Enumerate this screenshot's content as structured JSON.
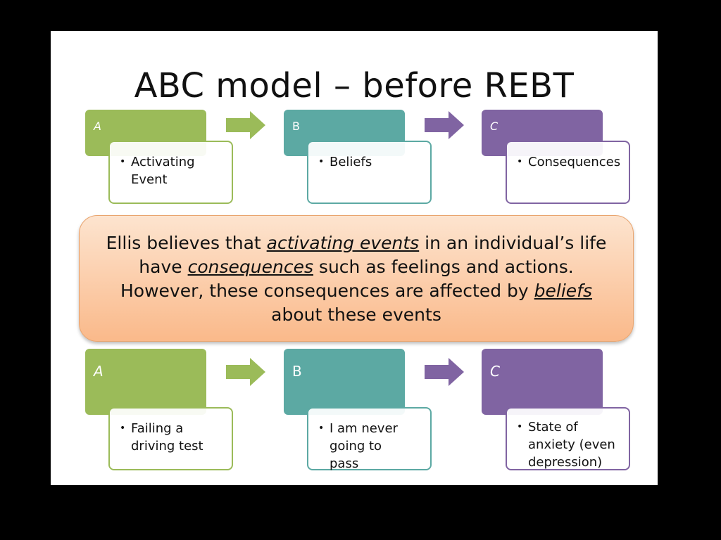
{
  "title": "ABC model – before REBT",
  "top_row": [
    {
      "label": "A",
      "item": "Activating Event",
      "color": "#9bbb59"
    },
    {
      "label": "B",
      "item": "Beliefs",
      "color": "#5ca9a3"
    },
    {
      "label": "C",
      "item": "Consequences",
      "color": "#8064a2"
    }
  ],
  "callout": {
    "line1_a": "Ellis believes that ",
    "line1_em": "activating events",
    "line1_b": " in an individual’s life",
    "line2_a": "have ",
    "line2_em": "consequences",
    "line2_b": " such as feelings and actions.",
    "line3_a": "However, these consequences are affected by ",
    "line3_em": "beliefs",
    "line4": "about these events"
  },
  "bottom_row": [
    {
      "label": "A",
      "item": "Failing a driving test",
      "color": "#9bbb59"
    },
    {
      "label": "B",
      "item": "I am never going to pass",
      "color": "#5ca9a3"
    },
    {
      "label": "C",
      "item": "State of anxiety (even depression)",
      "color": "#8064a2"
    }
  ]
}
